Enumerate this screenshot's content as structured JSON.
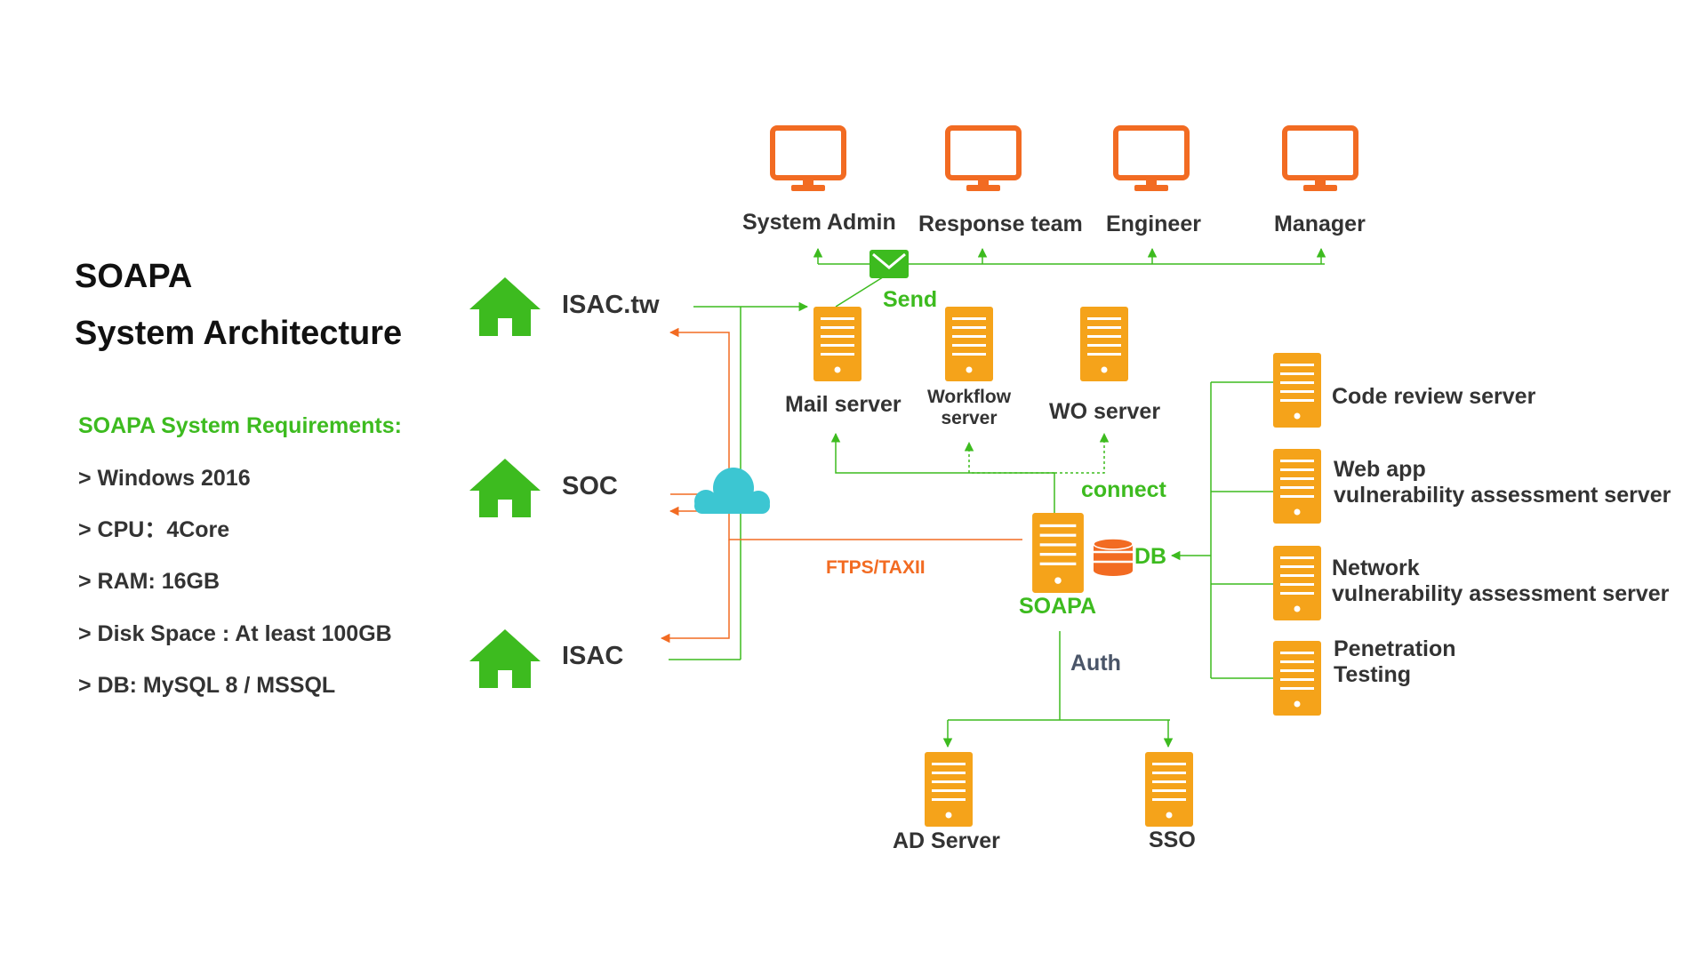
{
  "title": {
    "line1": "SOAPA",
    "line2": "System Architecture"
  },
  "requirements": {
    "heading": "SOAPA System Requirements:",
    "items": [
      "> Windows 2016",
      "> CPU：4Core",
      "> RAM: 16GB",
      "> Disk Space : At least 100GB",
      "> DB: MySQL 8 / MSSQL"
    ]
  },
  "sources": {
    "isac_tw": "ISAC.tw",
    "soc": "SOC",
    "isac": "ISAC"
  },
  "users": {
    "system_admin": "System Admin",
    "response_team": "Response team",
    "engineer": "Engineer",
    "manager": "Manager"
  },
  "servers": {
    "mail": "Mail server",
    "workflow_line1": "Workflow",
    "workflow_line2": "server",
    "wo": "WO server",
    "soapa": "SOAPA",
    "db": "DB",
    "ad": "AD Server",
    "sso": "SSO"
  },
  "right_servers": {
    "code_review": "Code review server",
    "web_app_line1": "Web app",
    "web_app_line2": "vulnerability assessment server",
    "network_line1": "Network",
    "network_line2": "vulnerability assessment server",
    "pentest_line1": "Penetration",
    "pentest_line2": "Testing"
  },
  "edges": {
    "send": "Send",
    "connect": "connect",
    "ftps": "FTPS/TAXII",
    "auth": "Auth"
  },
  "colors": {
    "green": "#3dbb1f",
    "orange": "#f26b22",
    "server": "#f5a31a",
    "cloud": "#3cc6d2",
    "slate": "#4a5568"
  },
  "icons": {
    "house": "house-icon",
    "monitor": "monitor-icon",
    "server": "server-icon",
    "cloud": "cloud-icon",
    "mail": "envelope-icon",
    "database": "database-icon"
  }
}
